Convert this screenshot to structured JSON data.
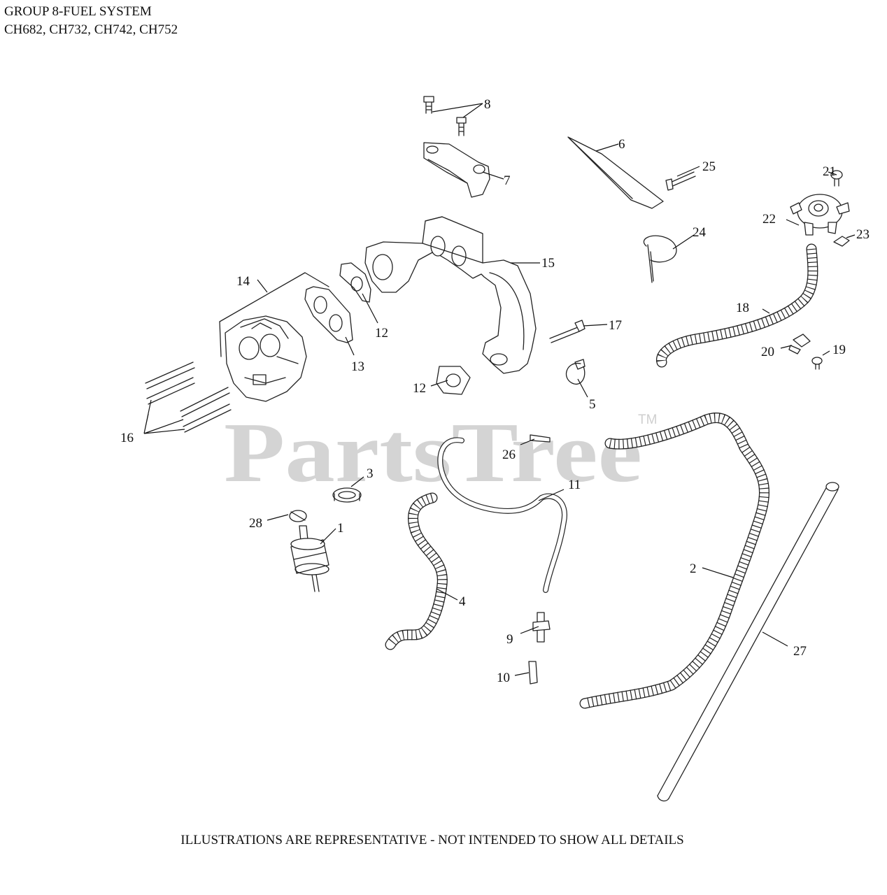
{
  "header": {
    "title": "GROUP 8-FUEL SYSTEM",
    "models": "CH682, CH732, CH742, CH752"
  },
  "watermark": {
    "text": "PartsTree",
    "trademark": "TM"
  },
  "callouts": {
    "c1": "1",
    "c2": "2",
    "c3": "3",
    "c4": "4",
    "c5": "5",
    "c6": "6",
    "c7": "7",
    "c8": "8",
    "c9": "9",
    "c10": "10",
    "c11": "11",
    "c12a": "12",
    "c12b": "12",
    "c13": "13",
    "c14": "14",
    "c15": "15",
    "c16": "16",
    "c17": "17",
    "c18": "18",
    "c19": "19",
    "c20": "20",
    "c21": "21",
    "c22": "22",
    "c23": "23",
    "c24": "24",
    "c25": "25",
    "c26": "26",
    "c27": "27",
    "c28": "28"
  },
  "footer": {
    "disclaimer": "ILLUSTRATIONS ARE REPRESENTATIVE - NOT INTENDED TO SHOW ALL DETAILS"
  },
  "colors": {
    "ink": "#222222",
    "watermark": "#d4d4d4",
    "background": "#ffffff"
  }
}
